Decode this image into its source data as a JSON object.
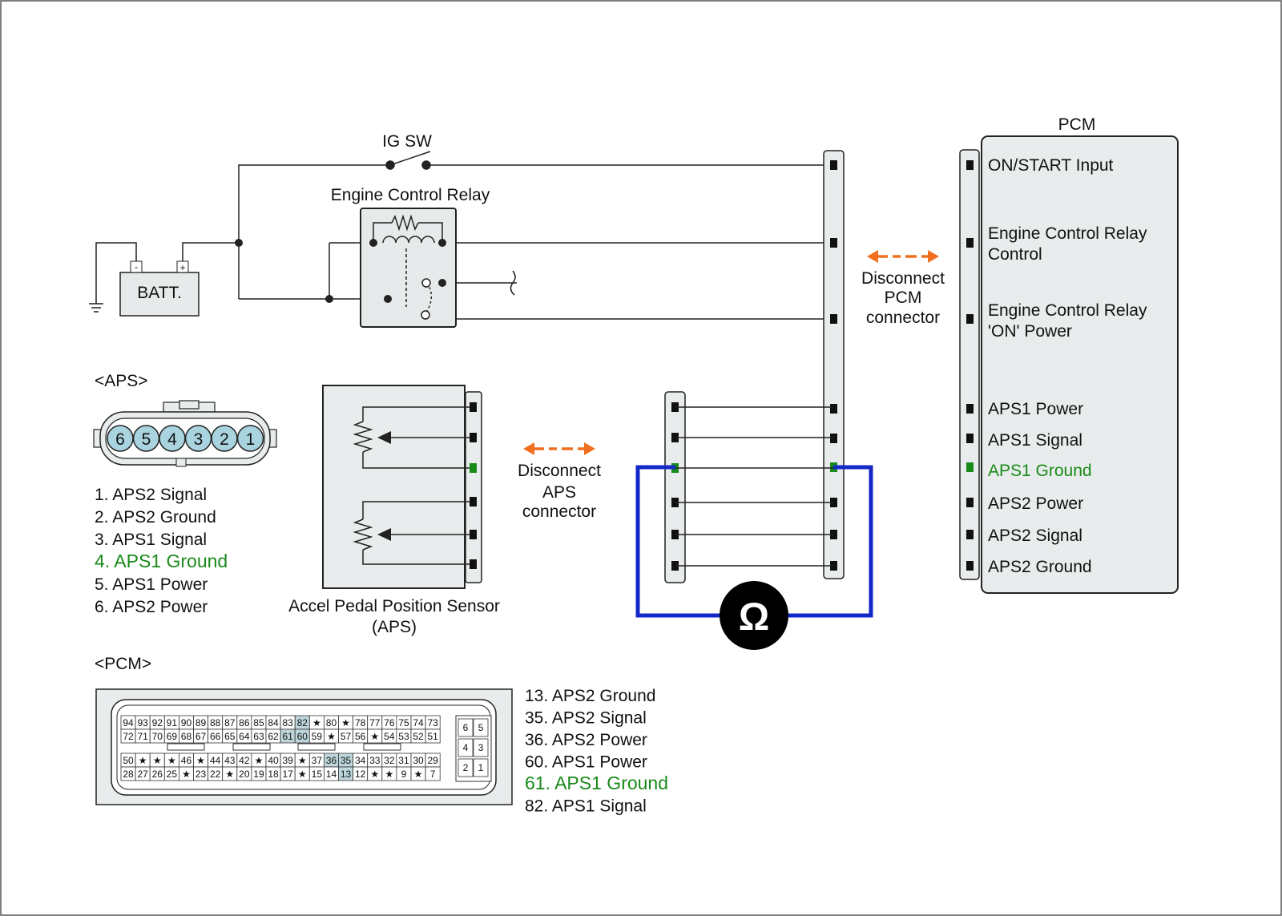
{
  "colors": {
    "green": "#1a8a1a",
    "meter_loop": "#1428c8",
    "arrow": "#f07020",
    "panel": "#e8ecec",
    "pin_highlight": "#bcd6dc"
  },
  "ig_sw": "IG SW",
  "engine_control_relay": "Engine Control Relay",
  "batt": {
    "label": "BATT.",
    "minus": "-",
    "plus": "+"
  },
  "pcm_title": "PCM",
  "pcm_terminals": [
    {
      "label": "ON/START Input"
    },
    {
      "label": "Engine Control Relay",
      "label2": "Control"
    },
    {
      "label": "Engine Control Relay",
      "label2": "'ON' Power"
    },
    {
      "label": "APS1 Power"
    },
    {
      "label": "APS1 Signal"
    },
    {
      "label": "APS1 Ground"
    },
    {
      "label": "APS2 Power"
    },
    {
      "label": "APS2 Signal"
    },
    {
      "label": "APS2 Ground"
    }
  ],
  "disconnect_pcm": [
    "Disconnect",
    "PCM",
    "connector"
  ],
  "disconnect_aps": [
    "Disconnect",
    "APS",
    "connector"
  ],
  "aps_connector": {
    "title": "<APS>",
    "pins": [
      "6",
      "5",
      "4",
      "3",
      "2",
      "1"
    ],
    "pinout": [
      "1. APS2 Signal",
      "2. APS2 Ground",
      "3. APS1 Signal",
      "4. APS1 Ground",
      "5. APS1 Power",
      "6. APS2 Power"
    ]
  },
  "sensor": {
    "name": "Accel Pedal Position Sensor",
    "abbr": "(APS)"
  },
  "ohm_symbol": "Ω",
  "pcm_connector": {
    "title": "<PCM>",
    "rows": [
      [
        "94",
        "93",
        "92",
        "91",
        "90",
        "89",
        "88",
        "87",
        "86",
        "85",
        "84",
        "83",
        "82",
        "★",
        "80",
        "★",
        "78",
        "77",
        "76",
        "75",
        "74",
        "73"
      ],
      [
        "72",
        "71",
        "70",
        "69",
        "68",
        "67",
        "66",
        "65",
        "64",
        "63",
        "62",
        "61",
        "60",
        "59",
        "★",
        "57",
        "56",
        "★",
        "54",
        "53",
        "52",
        "51"
      ],
      [
        "50",
        "★",
        "★",
        "★",
        "46",
        "★",
        "44",
        "43",
        "42",
        "★",
        "40",
        "39",
        "★",
        "37",
        "36",
        "35",
        "34",
        "33",
        "32",
        "31",
        "30",
        "29"
      ],
      [
        "28",
        "27",
        "26",
        "25",
        "★",
        "23",
        "22",
        "★",
        "20",
        "19",
        "18",
        "17",
        "★",
        "15",
        "14",
        "13",
        "12",
        "★",
        "★",
        "9",
        "★",
        "7"
      ]
    ],
    "highlighted": [
      "82",
      "61",
      "60",
      "36",
      "35",
      "13"
    ],
    "small_block": [
      [
        "6",
        "5"
      ],
      [
        "4",
        "3"
      ],
      [
        "2",
        "1"
      ]
    ],
    "pinout": [
      "13. APS2 Ground",
      "35. APS2 Signal",
      "36. APS2 Power",
      "60. APS1 Power",
      "61. APS1 Ground",
      "82. APS1 Signal"
    ]
  }
}
